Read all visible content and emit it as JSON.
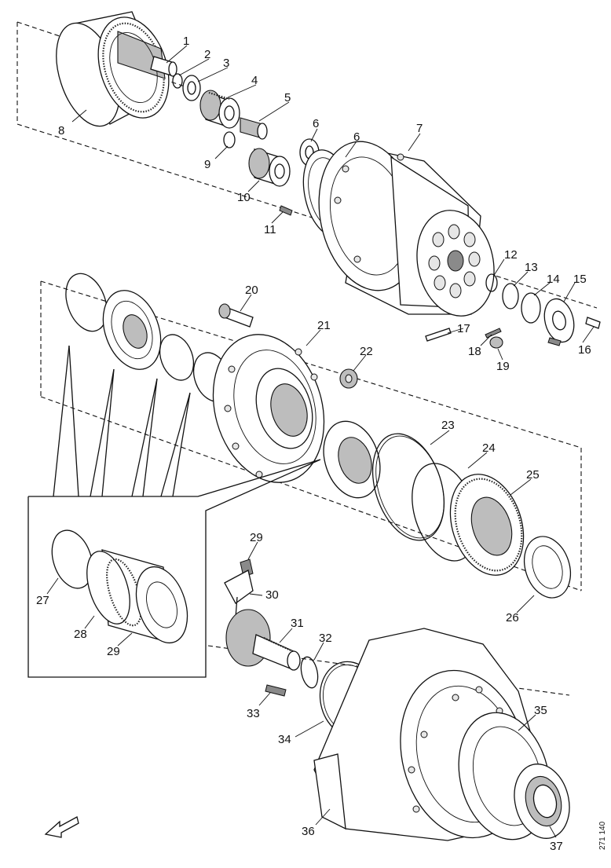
{
  "drawing": {
    "code": "271 140",
    "callouts": [
      "1",
      "2",
      "3",
      "4",
      "5",
      "6",
      "6",
      "7",
      "8",
      "9",
      "10",
      "11",
      "12",
      "13",
      "14",
      "15",
      "16",
      "17",
      "18",
      "19",
      "20",
      "21",
      "22",
      "23",
      "24",
      "25",
      "26",
      "27",
      "28",
      "29",
      "29",
      "30",
      "31",
      "32",
      "33",
      "34",
      "35",
      "36",
      "37"
    ]
  }
}
